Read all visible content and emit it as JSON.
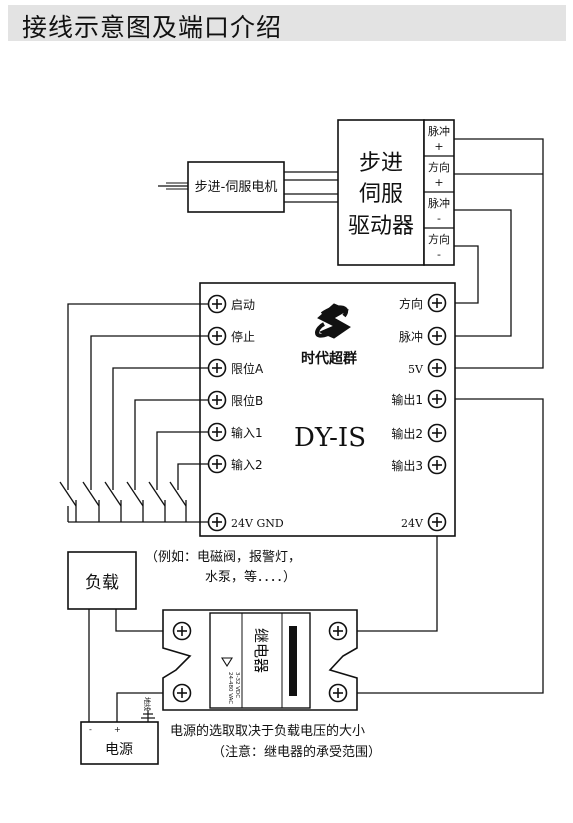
{
  "header": {
    "title": "接线示意图及端口介绍"
  },
  "motor": {
    "label": "步进-伺服电机"
  },
  "driver": {
    "title_line1": "步进",
    "title_line2": "伺服",
    "title_line3": "驱动器",
    "ports": [
      {
        "line1": "脉冲",
        "line2": "+"
      },
      {
        "line1": "方向",
        "line2": "+"
      },
      {
        "line1": "脉冲",
        "line2": "-"
      },
      {
        "line1": "方向",
        "line2": "-"
      }
    ]
  },
  "controller": {
    "model": "DY-IS",
    "brand": "时代超群",
    "left_terminals": [
      "启动",
      "停止",
      "限位A",
      "限位B",
      "输入1",
      "输入2"
    ],
    "bottom_left_terminal": "24V GND",
    "right_terminals": [
      "方向",
      "脉冲",
      "5V",
      "输出1",
      "输出2",
      "输出3"
    ],
    "bottom_right_terminal": "24V"
  },
  "load": {
    "label": "负载",
    "note_line1": "（例如：电磁阀，报警灯，",
    "note_line2": "水泵，等．．．．）"
  },
  "relay": {
    "label": "继电器",
    "spec_line1": "24-480 VAC",
    "spec_line2": "3-32 VDC"
  },
  "power": {
    "label": "电源",
    "minus": "-",
    "plus": "+",
    "ground": "地线"
  },
  "notes": {
    "line1": "电源的选取取决于负载电压的大小",
    "line2": "（注意：继电器的承受范围）"
  }
}
